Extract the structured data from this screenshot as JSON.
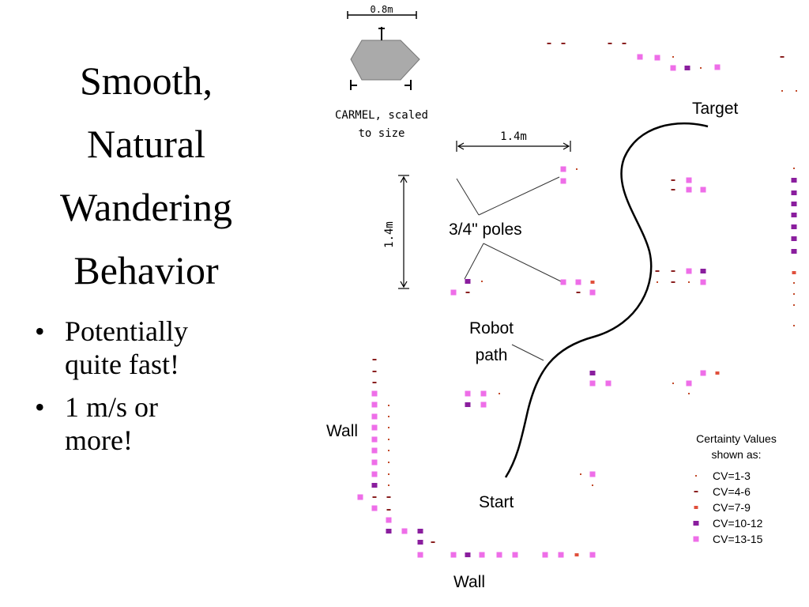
{
  "title": {
    "lines": [
      "Smooth,",
      "Natural",
      "Wandering",
      "Behavior"
    ]
  },
  "bullets": [
    {
      "lines": [
        "Potentially",
        "quite fast!"
      ]
    },
    {
      "lines": [
        "1 m/s or",
        "more!"
      ]
    }
  ],
  "figure": {
    "robot_scale_label": "0.8m",
    "robot_caption": [
      "CARMEL, scaled",
      "to size"
    ],
    "horizontal_dimension": "1.4m",
    "vertical_dimension": "1.4m",
    "labels": {
      "target": "Target",
      "poles": "3/4\" poles",
      "robot_path": [
        "Robot",
        "path"
      ],
      "wall_left": "Wall",
      "wall_bottom": "Wall",
      "start": "Start"
    },
    "legend": {
      "title": [
        "Certainty Values",
        "shown as:"
      ],
      "items": [
        "CV=1-3",
        "CV=4-6",
        "CV=7-9",
        "CV=10-12",
        "CV=13-15"
      ]
    },
    "colors": {
      "cv_1_3": "#c24a2a",
      "cv_4_6": "#8a2020",
      "cv_7_9": "#e0503c",
      "cv_10_12": "#8a1e9e",
      "cv_13_15": "#ee6ee8",
      "robot": "#aaaaaa"
    }
  }
}
